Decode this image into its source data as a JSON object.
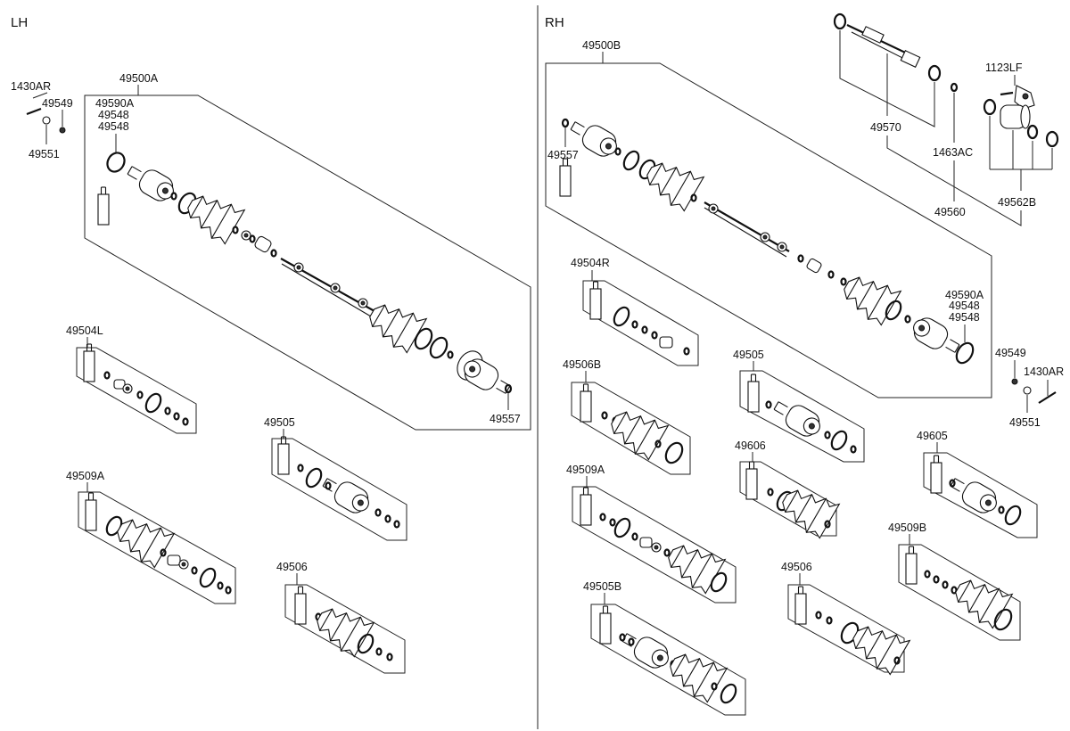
{
  "sides": {
    "left": "LH",
    "right": "RH"
  },
  "labels": {
    "l_1430AR": "1430AR",
    "l_49549": "49549",
    "l_49551": "49551",
    "l_49500A": "49500A",
    "l_49590A": "49590A",
    "l_49548a": "49548",
    "l_49548b": "49548",
    "l_49557": "49557",
    "l_49504L": "49504L",
    "l_49505": "49505",
    "l_49509A": "49509A",
    "l_49506": "49506",
    "r_49500B": "49500B",
    "r_49557": "49557",
    "r_49570": "49570",
    "r_1123LF": "1123LF",
    "r_1463AC": "1463AC",
    "r_49560": "49560",
    "r_49562B": "49562B",
    "r_49590A": "49590A",
    "r_49548a": "49548",
    "r_49548b": "49548",
    "r_49504R": "49504R",
    "r_49506B": "49506B",
    "r_49505": "49505",
    "r_49549": "49549",
    "r_1430AR": "1430AR",
    "r_49551": "49551",
    "r_49509A": "49509A",
    "r_49606": "49606",
    "r_49605": "49605",
    "r_49509B": "49509B",
    "r_49505B": "49505B",
    "r_49506": "49506"
  }
}
